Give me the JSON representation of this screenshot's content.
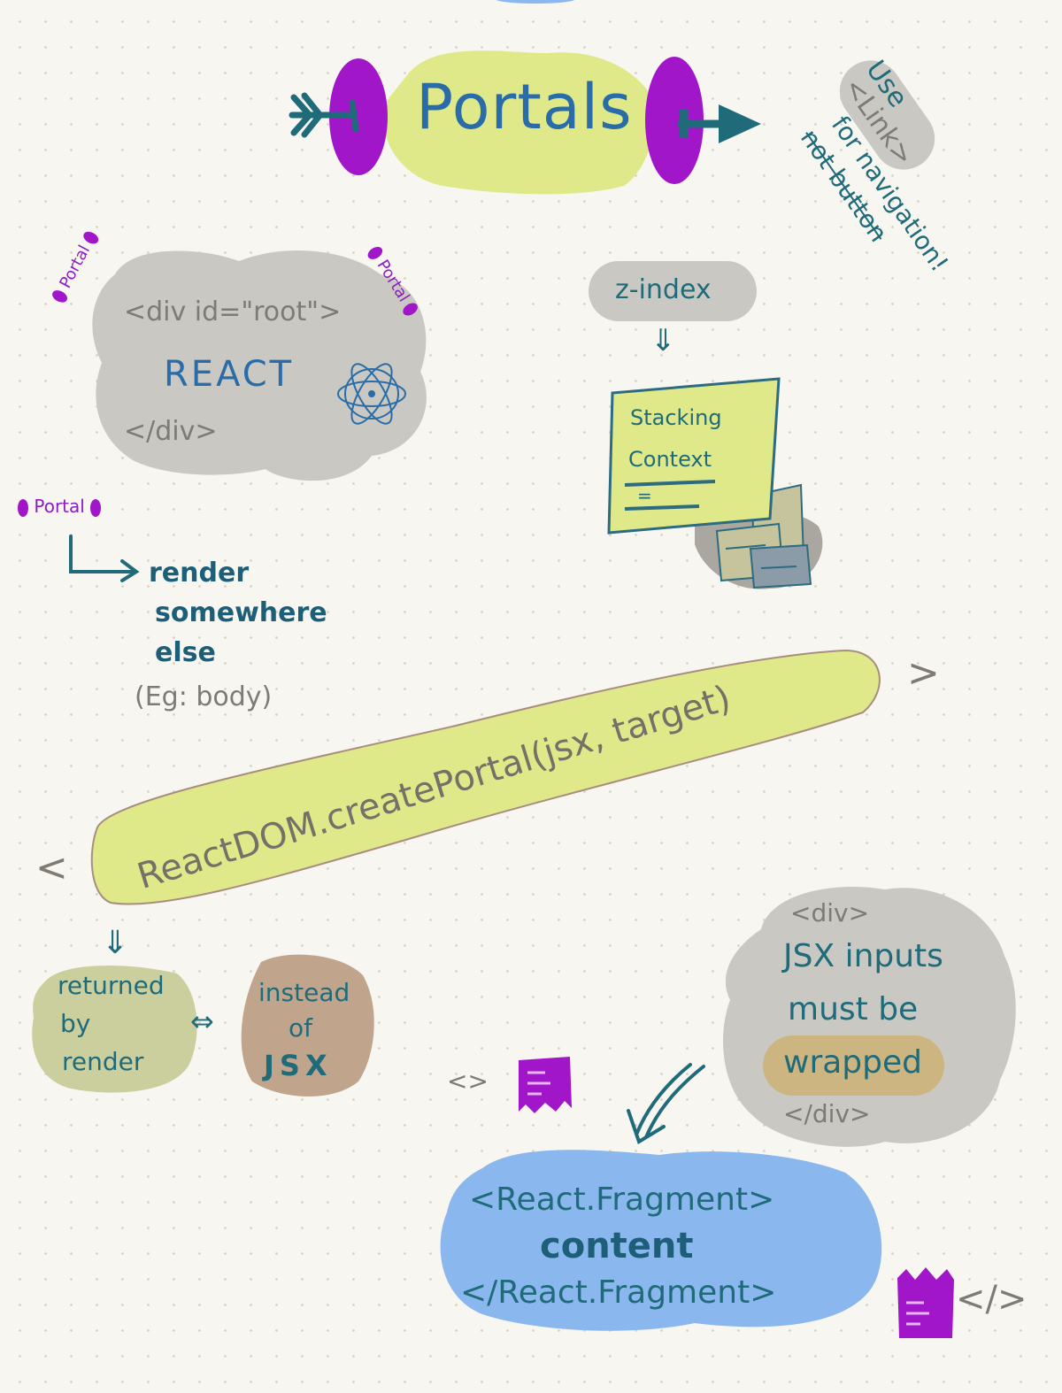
{
  "title": "Portals",
  "side_note": {
    "line1": "Use",
    "line2": "<Link>",
    "line3": "for navigation!",
    "line4": "not button"
  },
  "root_box": {
    "open_tag": "<div id=\"root\">",
    "content": "REACT",
    "close_tag": "</div>",
    "portal_labels": [
      "Portal",
      "Portal",
      "Portal"
    ]
  },
  "render_note": {
    "line1": "render",
    "line2": "somewhere",
    "line3": "else",
    "example": "(Eg: body)"
  },
  "stacking": {
    "zindex": "z-index",
    "arrow": "⇓",
    "title_line1": "Stacking",
    "title_line2": "Context",
    "lines": "="
  },
  "create_portal": {
    "code": "ReactDOM.createPortal(jsx, target)",
    "left_bracket": "<",
    "right_bracket": ">"
  },
  "returned": {
    "arrow": "⇓",
    "line1": "returned",
    "line2": "by",
    "line3": "render",
    "swap_arrow": "⇔"
  },
  "instead": {
    "line1": "instead",
    "line2": "of",
    "line3": "JSX"
  },
  "wrapped": {
    "open_tag": "<div>",
    "line1": "JSX inputs",
    "line2": "must be",
    "line3": "wrapped",
    "close_tag": "</div>"
  },
  "fragment": {
    "open_tag": "<React.Fragment>",
    "content": "content",
    "close_tag": "</React.Fragment>",
    "short_open": "<>",
    "short_close": "</>"
  },
  "colors": {
    "lime": "#dfe98a",
    "purple": "#a016c8",
    "teal": "#1f6b7a",
    "gray_blob": "#cac8c2",
    "blue_blob": "#8ab8ee",
    "olive_blob": "#cbcf9e",
    "brown_blob": "#c0a48b",
    "tan_blob": "#cdb582"
  }
}
